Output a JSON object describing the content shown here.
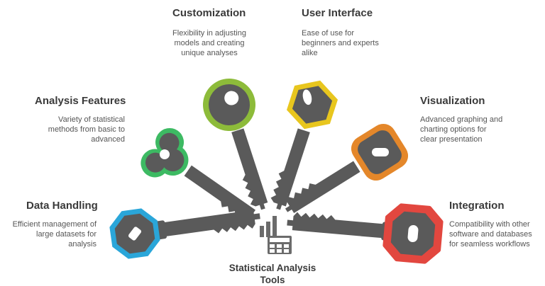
{
  "center": {
    "title_line1": "Statistical Analysis",
    "title_line2": "Tools",
    "icon": "chart-calculator-icon"
  },
  "keys": [
    {
      "id": "data-handling",
      "title": "Data Handling",
      "desc": [
        "Efficient management of",
        "large datasets for",
        "analysis"
      ],
      "color": "#2aa6d9",
      "icon": "key-icon"
    },
    {
      "id": "analysis-features",
      "title": "Analysis Features",
      "desc": [
        "Variety of statistical",
        "methods from basic to",
        "advanced"
      ],
      "color": "#3dba63",
      "icon": "key-icon"
    },
    {
      "id": "customization",
      "title": "Customization",
      "desc": [
        "Flexibility in adjusting",
        "models and creating",
        "unique analyses"
      ],
      "color": "#8dbb3a",
      "icon": "key-icon"
    },
    {
      "id": "user-interface",
      "title": "User Interface",
      "desc": [
        "Ease of use for",
        "beginners and experts",
        "alike"
      ],
      "color": "#e8c61e",
      "icon": "key-icon"
    },
    {
      "id": "visualization",
      "title": "Visualization",
      "desc": [
        "Advanced graphing and",
        "charting options for",
        "clear presentation"
      ],
      "color": "#e4872a",
      "icon": "key-icon"
    },
    {
      "id": "integration",
      "title": "Integration",
      "desc": [
        "Compatibility with other",
        "software and databases",
        "for seamless workflows"
      ],
      "color": "#e2473f",
      "icon": "key-icon"
    }
  ]
}
